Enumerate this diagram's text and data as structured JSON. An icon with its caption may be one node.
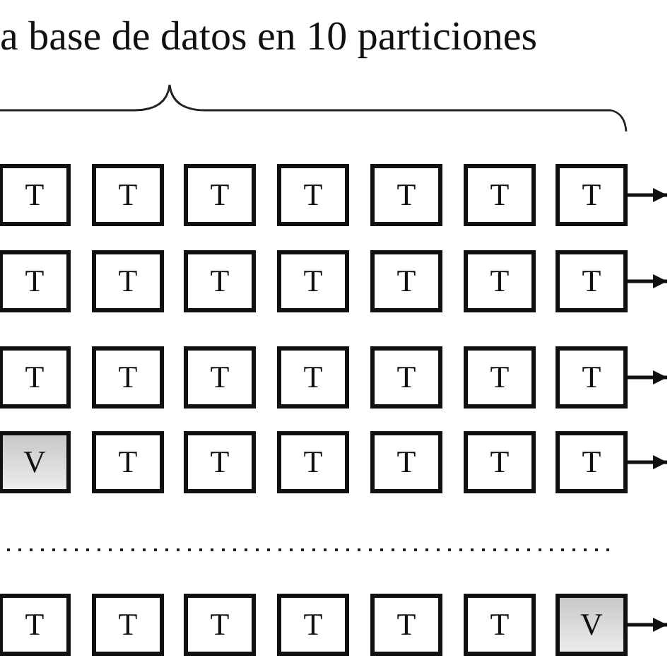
{
  "diagram": {
    "title": "a base de datos en 10 particiones",
    "nodes": [
      {
        "text": [
          "T"
        ]
      },
      {
        "text": [
          "T"
        ]
      },
      {
        "text": [
          "T"
        ]
      },
      {
        "text": [
          "T"
        ]
      },
      {
        "text": [
          "T"
        ]
      },
      {
        "text": [
          "T"
        ]
      },
      {
        "text": [
          "T"
        ]
      },
      {
        "text": [
          "T"
        ]
      },
      {
        "text": [
          "T"
        ]
      },
      {
        "text": [
          "T"
        ]
      },
      {
        "text": [
          "T"
        ]
      },
      {
        "text": [
          "T"
        ]
      },
      {
        "text": [
          "T"
        ]
      },
      {
        "text": [
          "T"
        ]
      },
      {
        "text": [
          "T"
        ]
      },
      {
        "text": [
          "T"
        ]
      },
      {
        "text": [
          "T"
        ]
      },
      {
        "text": [
          "T"
        ]
      },
      {
        "text": [
          "T"
        ]
      },
      {
        "text": [
          "T"
        ]
      },
      {
        "text": [
          "T"
        ]
      },
      {
        "text": [
          "V"
        ]
      },
      {
        "text": [
          "T"
        ]
      },
      {
        "text": [
          "T"
        ]
      },
      {
        "text": [
          "T"
        ]
      },
      {
        "text": [
          "T"
        ]
      },
      {
        "text": [
          "T"
        ]
      },
      {
        "text": [
          "T"
        ]
      },
      {
        "text": [
          "T"
        ]
      },
      {
        "text": [
          "T"
        ]
      },
      {
        "text": [
          "T"
        ]
      },
      {
        "text": [
          "T"
        ]
      },
      {
        "text": [
          "T"
        ]
      },
      {
        "text": [
          "T"
        ]
      },
      {
        "text": [
          "V"
        ]
      }
    ],
    "edges": [
      {
        "from": 6,
        "to": null,
        "arrow": "to"
      },
      {
        "from": 13,
        "to": null,
        "arrow": "to"
      },
      {
        "from": 20,
        "to": null,
        "arrow": "to"
      },
      {
        "from": 27,
        "to": null,
        "arrow": "to"
      },
      {
        "from": 34,
        "to": null,
        "arrow": "to"
      }
    ]
  }
}
